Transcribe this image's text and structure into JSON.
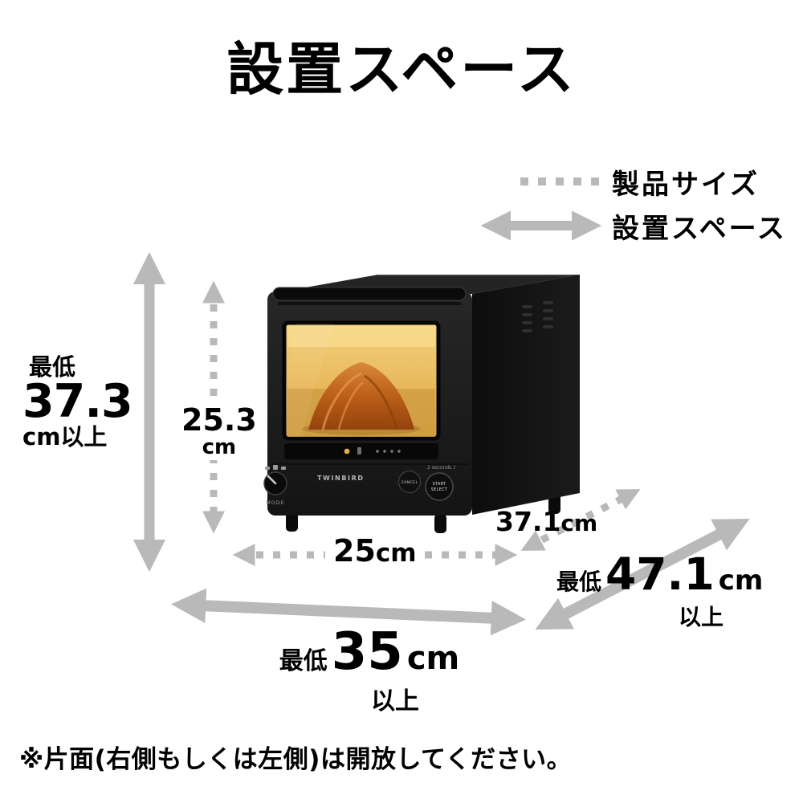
{
  "title": "設置スペース",
  "legend": {
    "product_size": "製品サイズ",
    "install_space": "設置スペース"
  },
  "dims": {
    "height_space_min": "最低",
    "height_space_value": "37.3",
    "height_space_suffix": "cm以上",
    "product_height_value": "25.3",
    "product_height_unit": "cm",
    "product_width_value": "25",
    "product_width_unit": "cm",
    "product_depth_value": "37.1",
    "product_depth_unit": "cm",
    "width_space_min": "最低",
    "width_space_value": "35",
    "width_space_unit": "cm",
    "width_space_suffix": "以上",
    "depth_space_min": "最低",
    "depth_space_value": "47.1",
    "depth_space_unit": "cm",
    "depth_space_suffix": "以上"
  },
  "toaster": {
    "brand": "TWINBIRD",
    "mode_label": "MODE",
    "cancel_label": "CANCEL",
    "start_label": "START",
    "select_label": "SELECT",
    "hold_hint": "2 seconds ♪"
  },
  "footnote": "※片面(右側もしくは左側)は開放してください。",
  "colors": {
    "arrow_gray": "#b9b9b9",
    "text_black": "#000000",
    "toaster_body": "#1c1c1c",
    "window_amber": "#e8b95c",
    "croissant_orange": "#bc5f18",
    "background": "#ffffff"
  }
}
